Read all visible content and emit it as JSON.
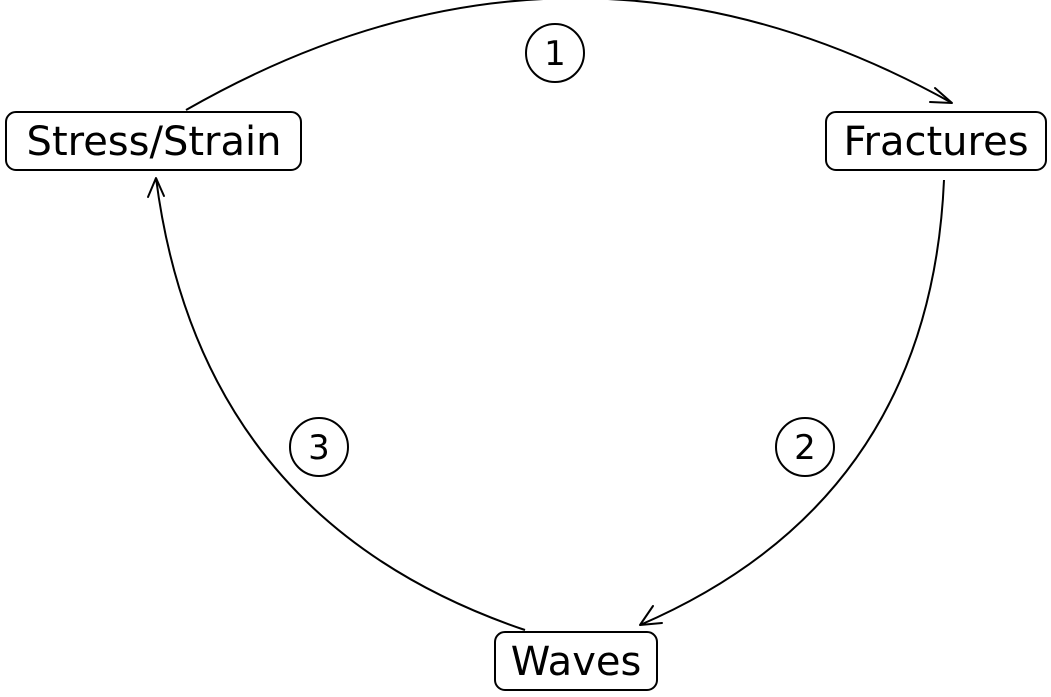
{
  "nodes": {
    "stress_strain": "Stress/Strain",
    "fractures": "Fractures",
    "waves": "Waves"
  },
  "steps": {
    "one": "1",
    "two": "2",
    "three": "3"
  },
  "colors": {
    "stroke": "#000000",
    "background": "#ffffff"
  }
}
